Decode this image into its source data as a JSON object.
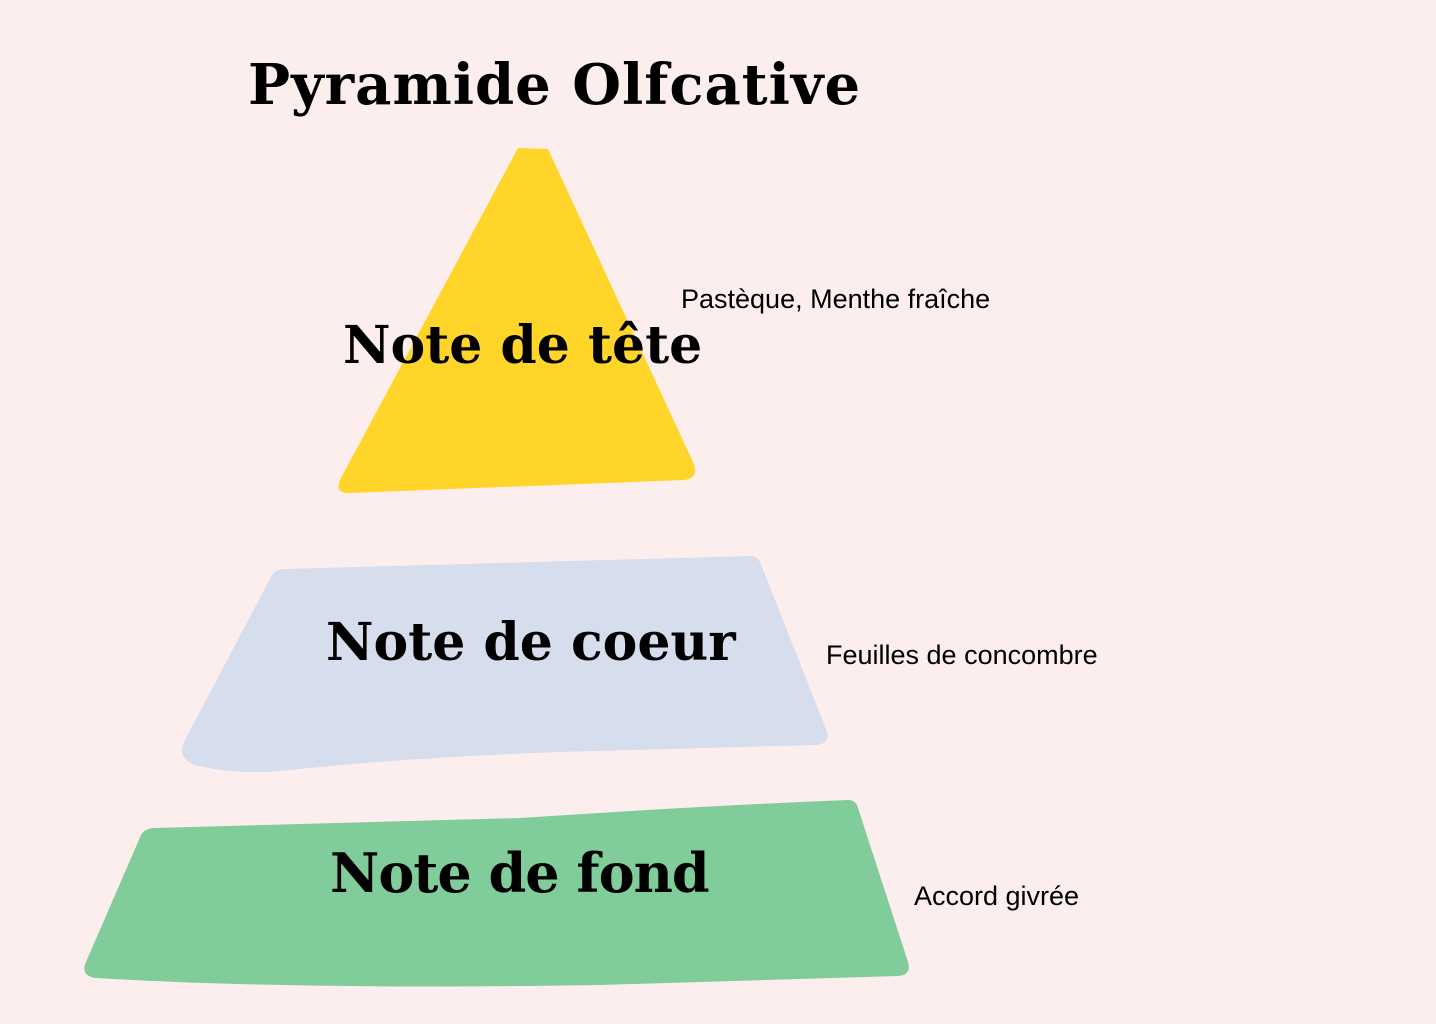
{
  "title": "Pyramide Olfcative",
  "tiers": [
    {
      "label": "Note de tête",
      "ingredients": "Pastèque, Menthe fraîche",
      "color": "#ffd52a",
      "shape": "triangle"
    },
    {
      "label": "Note de coeur",
      "ingredients": "Feuilles de concombre",
      "color": "#d6dded",
      "shape": "trapezoid"
    },
    {
      "label": "Note de fond",
      "ingredients": "Accord givrée",
      "color": "#80cc9a",
      "shape": "trapezoid"
    }
  ],
  "colors": {
    "background": "#fdeeee",
    "text": "#000000"
  }
}
